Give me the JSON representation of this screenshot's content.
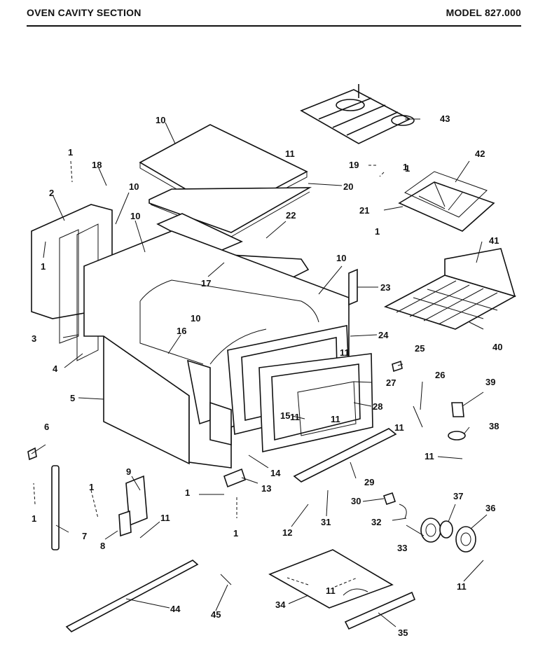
{
  "header": {
    "title": "OVEN CAVITY SECTION",
    "model": "MODEL 827.000"
  },
  "callouts": [
    {
      "id": "c1a",
      "label": "1"
    },
    {
      "id": "c1b",
      "label": "1"
    },
    {
      "id": "c1c",
      "label": "1"
    },
    {
      "id": "c1d",
      "label": "1"
    },
    {
      "id": "c1e",
      "label": "1"
    },
    {
      "id": "c1f",
      "label": "1"
    },
    {
      "id": "c1g",
      "label": "1"
    },
    {
      "id": "c1h",
      "label": "1"
    },
    {
      "id": "c1i",
      "label": "1"
    },
    {
      "id": "c2",
      "label": "2"
    },
    {
      "id": "c3",
      "label": "3"
    },
    {
      "id": "c4",
      "label": "4"
    },
    {
      "id": "c5",
      "label": "5"
    },
    {
      "id": "c6",
      "label": "6"
    },
    {
      "id": "c7",
      "label": "7"
    },
    {
      "id": "c8",
      "label": "8"
    },
    {
      "id": "c9",
      "label": "9"
    },
    {
      "id": "c10a",
      "label": "10"
    },
    {
      "id": "c10b",
      "label": "10"
    },
    {
      "id": "c10c",
      "label": "10"
    },
    {
      "id": "c10d",
      "label": "10"
    },
    {
      "id": "c10e",
      "label": "10"
    },
    {
      "id": "c11a",
      "label": "11"
    },
    {
      "id": "c11b",
      "label": "11"
    },
    {
      "id": "c11c",
      "label": "11"
    },
    {
      "id": "c11d",
      "label": "11"
    },
    {
      "id": "c11e",
      "label": "11"
    },
    {
      "id": "c11f",
      "label": "11"
    },
    {
      "id": "c11g",
      "label": "11"
    },
    {
      "id": "c11h",
      "label": "11"
    },
    {
      "id": "c11i",
      "label": "11"
    },
    {
      "id": "c12",
      "label": "12"
    },
    {
      "id": "c13",
      "label": "13"
    },
    {
      "id": "c14",
      "label": "14"
    },
    {
      "id": "c15",
      "label": "15"
    },
    {
      "id": "c16",
      "label": "16"
    },
    {
      "id": "c17",
      "label": "17"
    },
    {
      "id": "c18",
      "label": "18"
    },
    {
      "id": "c19",
      "label": "19"
    },
    {
      "id": "c20",
      "label": "20"
    },
    {
      "id": "c21",
      "label": "21"
    },
    {
      "id": "c22",
      "label": "22"
    },
    {
      "id": "c23",
      "label": "23"
    },
    {
      "id": "c24",
      "label": "24"
    },
    {
      "id": "c25",
      "label": "25"
    },
    {
      "id": "c26",
      "label": "26"
    },
    {
      "id": "c27",
      "label": "27"
    },
    {
      "id": "c28",
      "label": "28"
    },
    {
      "id": "c29",
      "label": "29"
    },
    {
      "id": "c30",
      "label": "30"
    },
    {
      "id": "c31",
      "label": "31"
    },
    {
      "id": "c32",
      "label": "32"
    },
    {
      "id": "c33",
      "label": "33"
    },
    {
      "id": "c34",
      "label": "34"
    },
    {
      "id": "c35",
      "label": "35"
    },
    {
      "id": "c36",
      "label": "36"
    },
    {
      "id": "c37",
      "label": "37"
    },
    {
      "id": "c38",
      "label": "38"
    },
    {
      "id": "c39",
      "label": "39"
    },
    {
      "id": "c40",
      "label": "40"
    },
    {
      "id": "c41",
      "label": "41"
    },
    {
      "id": "c42",
      "label": "42"
    },
    {
      "id": "c43",
      "label": "43"
    },
    {
      "id": "c44",
      "label": "44"
    },
    {
      "id": "c45",
      "label": "45"
    }
  ]
}
